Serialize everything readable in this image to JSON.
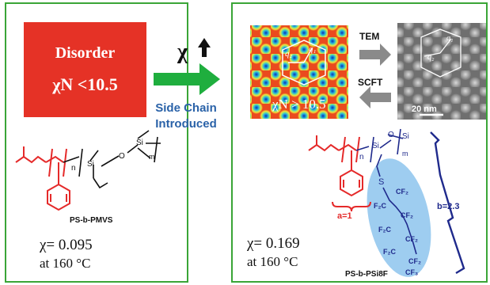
{
  "left": {
    "disorder_title": "Disorder",
    "disorder_condition": "χN <10.5",
    "polymer_label": "PS-b-PMVS",
    "chi_value": "χ= 0.095",
    "temperature": "at 160 °C",
    "subscripts": [
      "n",
      "m"
    ],
    "si_label": "Si"
  },
  "middle": {
    "chi_arrow_label": "χ",
    "chi_arrow_symbol": "🡅",
    "caption_line1": "Side Chain",
    "caption_line2": "Introduced",
    "arrow_color": "#1fae3e",
    "caption_color": "#2a62a8"
  },
  "right": {
    "map_label": "χN > 10.5",
    "q1": "q₁",
    "q2": "q₂",
    "tem_label": "TEM",
    "scft_label": "SCFT",
    "scale_bar": "20 nm",
    "a_label": "a=1",
    "b_label": "b=2.3",
    "chi_value": "χ= 0.169",
    "temperature": "at 160 °C",
    "polymer_label": "PS-b-PSi8F",
    "subscripts": [
      "n",
      "m"
    ],
    "si_label": "Si",
    "o_label": "O",
    "s_label": "S",
    "cf2_labels": [
      "CF₂",
      "F₂C",
      "CF₂",
      "F₂C",
      "CF₂",
      "F₂C",
      "CF₂",
      "CF₃"
    ]
  },
  "colors": {
    "frame": "#3aa537",
    "disorder_box": "#e53226",
    "polystyrene": "#e52a2a",
    "side_chain": "#1f2a8c",
    "highlight": "#9ecdf0"
  }
}
